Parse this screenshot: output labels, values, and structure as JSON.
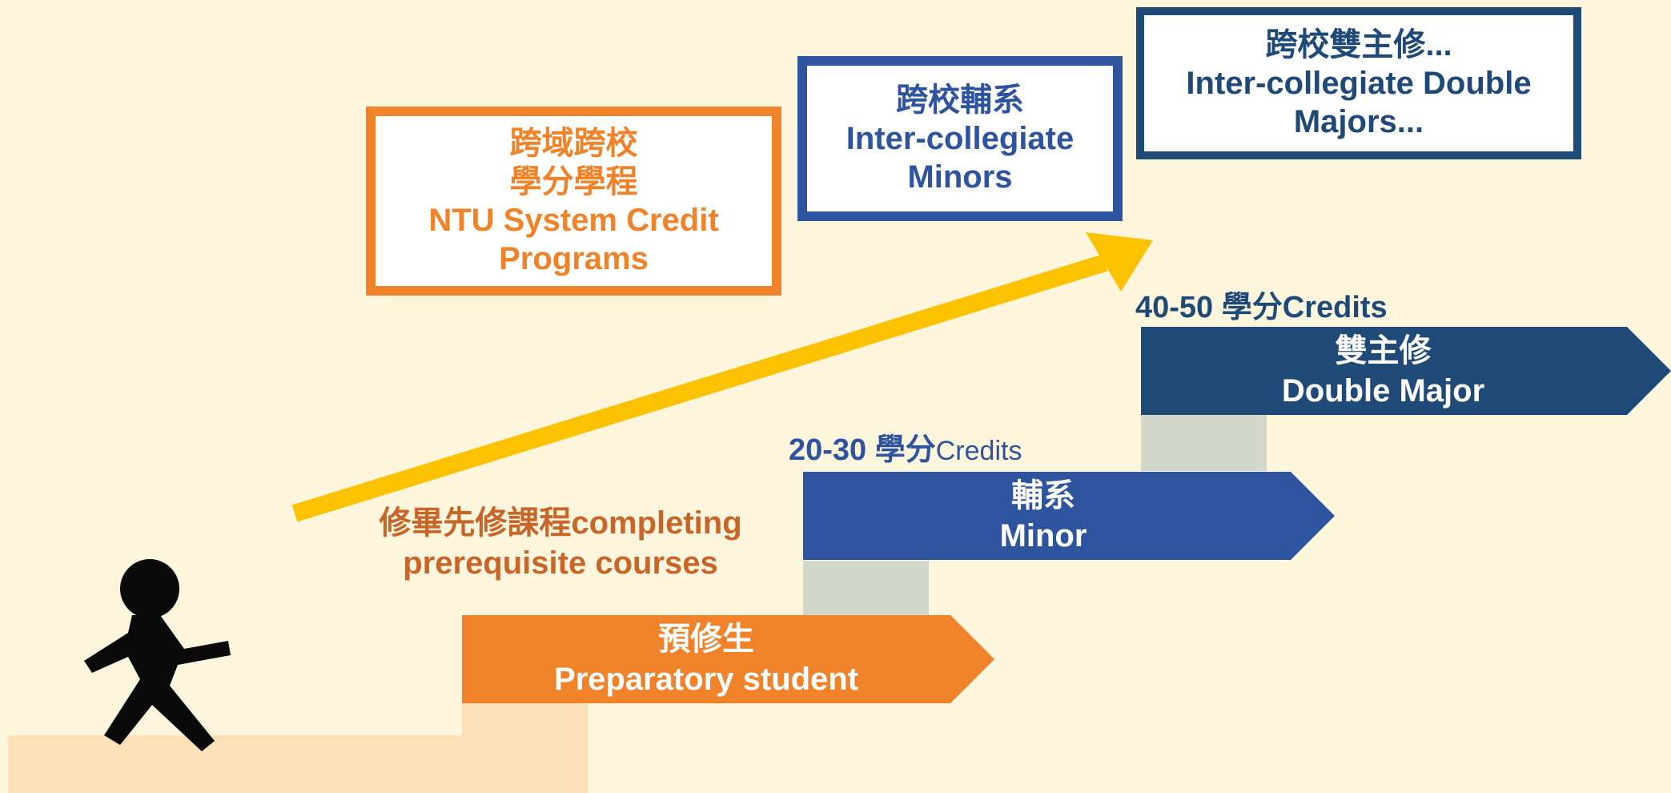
{
  "colors": {
    "background": "#fdf5dc",
    "orange": "#f0832a",
    "blue": "#2e54a0",
    "navy": "#1f4a78",
    "gold_arrow": "#fcc200",
    "step_gray": "#d3d6ca",
    "step_peach": "#fbe0b8"
  },
  "boxes": {
    "system_credit": {
      "line1": "跨域跨校",
      "line2": "學分學程",
      "line3": "NTU System Credit",
      "line4": "Programs"
    },
    "inter_minor": {
      "line1": "跨校輔系",
      "line2": "Inter-collegiate",
      "line3": "Minors"
    },
    "inter_double": {
      "line1": "跨校雙主修...",
      "line2": "Inter-collegiate Double",
      "line3": "Majors..."
    }
  },
  "steps": {
    "preparatory": {
      "zh": "預修生",
      "en": "Preparatory student"
    },
    "minor": {
      "zh": "輔系",
      "en": "Minor"
    },
    "double_major": {
      "zh": "雙主修",
      "en": "Double Major"
    }
  },
  "credits": {
    "minor": {
      "range": "20-30 學分",
      "unit": "Credits"
    },
    "double_major": {
      "range": "40-50 學分",
      "unit": "Credits"
    }
  },
  "prerequisite": {
    "line1": "修畢先修課程completing",
    "line2": "prerequisite courses"
  },
  "icons": {
    "person": "walking-person-icon",
    "growth_arrow": "diagonal-up-arrow-icon"
  }
}
